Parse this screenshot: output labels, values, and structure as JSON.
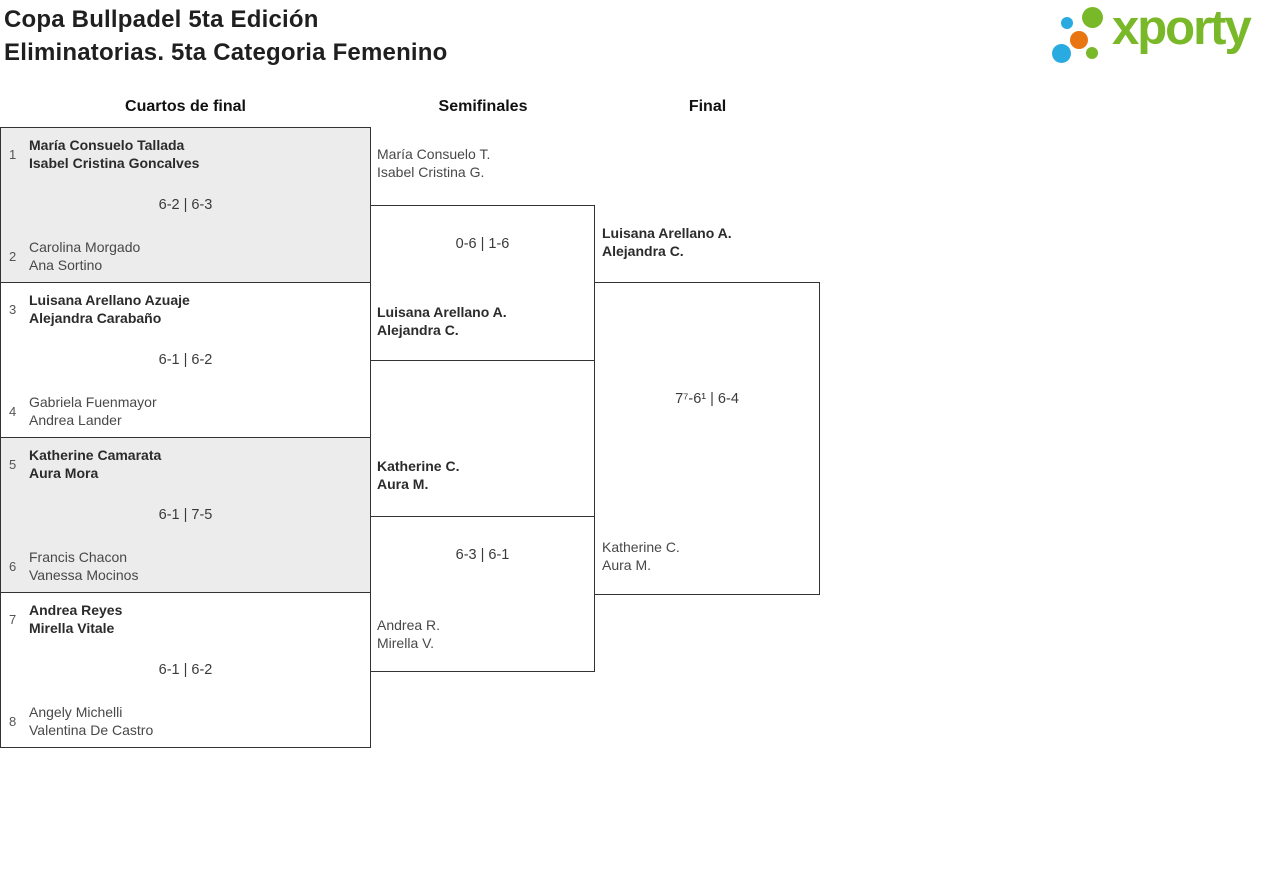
{
  "header": {
    "title_line1": "Copa Bullpadel 5ta Edición",
    "title_line2": "Eliminatorias. 5ta Categoria Femenino",
    "logo_text": "xporty"
  },
  "columns": [
    {
      "label": "Cuartos de final"
    },
    {
      "label": "Semifinales"
    },
    {
      "label": "Final"
    }
  ],
  "colors": {
    "brand_green": "#79b829",
    "brand_blue": "#29abe2",
    "brand_orange": "#e87511",
    "box_border": "#333333",
    "box_alt_background": "#ececec"
  },
  "bracket": {
    "quarterfinals": [
      {
        "team1": {
          "seed": "1",
          "players": [
            "María Consuelo Tallada",
            "Isabel Cristina Goncalves"
          ],
          "winner": true
        },
        "score": "6-2 | 6-3",
        "team2": {
          "seed": "2",
          "players": [
            "Carolina Morgado",
            "Ana Sortino"
          ],
          "winner": false
        }
      },
      {
        "team1": {
          "seed": "3",
          "players": [
            "Luisana Arellano Azuaje",
            "Alejandra Carabaño"
          ],
          "winner": true
        },
        "score": "6-1 | 6-2",
        "team2": {
          "seed": "4",
          "players": [
            "Gabriela Fuenmayor",
            "Andrea Lander"
          ],
          "winner": false
        }
      },
      {
        "team1": {
          "seed": "5",
          "players": [
            "Katherine Camarata",
            "Aura Mora"
          ],
          "winner": true
        },
        "score": "6-1 | 7-5",
        "team2": {
          "seed": "6",
          "players": [
            "Francis Chacon",
            "Vanessa Mocinos"
          ],
          "winner": false
        }
      },
      {
        "team1": {
          "seed": "7",
          "players": [
            "Andrea Reyes",
            "Mirella Vitale"
          ],
          "winner": true
        },
        "score": "6-1 | 6-2",
        "team2": {
          "seed": "8",
          "players": [
            "Angely Michelli",
            "Valentina De Castro"
          ],
          "winner": false
        }
      }
    ],
    "semifinals": [
      {
        "team1": {
          "players": [
            "María Consuelo T.",
            "Isabel Cristina G."
          ],
          "winner": false
        },
        "score": "0-6 | 1-6",
        "team2": {
          "players": [
            "Luisana Arellano A.",
            "Alejandra C."
          ],
          "winner": true
        }
      },
      {
        "team1": {
          "players": [
            "Katherine C.",
            "Aura M."
          ],
          "winner": true
        },
        "score": "6-3 | 6-1",
        "team2": {
          "players": [
            "Andrea R.",
            "Mirella V."
          ],
          "winner": false
        }
      }
    ],
    "final": {
      "team1": {
        "players": [
          "Luisana Arellano A.",
          "Alejandra C."
        ],
        "winner": true
      },
      "score": "7⁷-6¹ | 6-4",
      "team2": {
        "players": [
          "Katherine C.",
          "Aura M."
        ],
        "winner": false
      }
    }
  }
}
